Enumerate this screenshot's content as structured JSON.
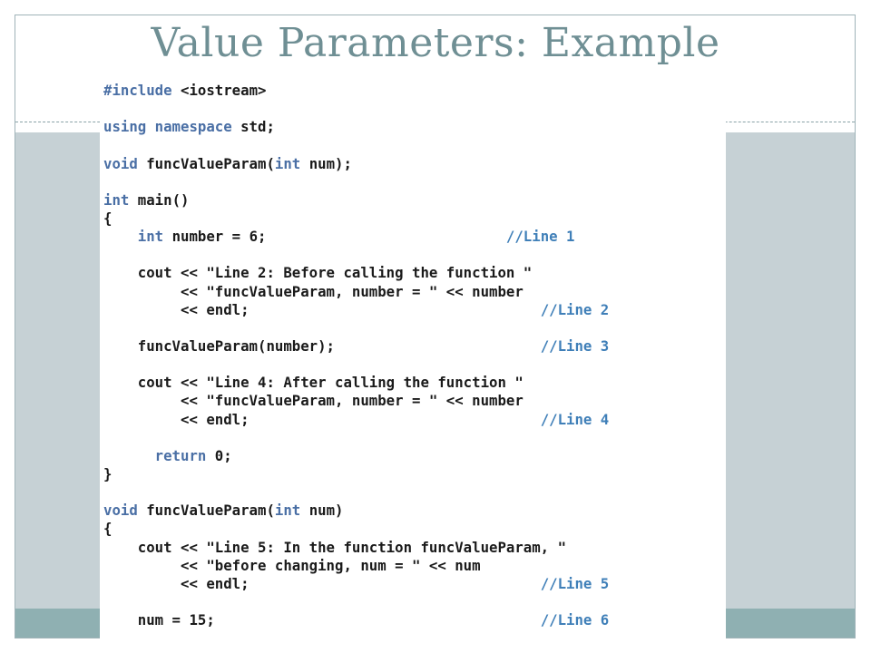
{
  "slide": {
    "title": "Value Parameters:  Example"
  },
  "code": {
    "lines": [
      [
        {
          "t": "#include",
          "c": "kw"
        },
        {
          "t": " <iostream>",
          "c": ""
        }
      ],
      [],
      [
        {
          "t": "using namespace",
          "c": "kw"
        },
        {
          "t": " std;",
          "c": ""
        }
      ],
      [],
      [
        {
          "t": "void",
          "c": "kw"
        },
        {
          "t": " funcValueParam(",
          "c": ""
        },
        {
          "t": "int",
          "c": "kw"
        },
        {
          "t": " num);",
          "c": ""
        }
      ],
      [],
      [
        {
          "t": "int",
          "c": "kw"
        },
        {
          "t": " main()",
          "c": ""
        }
      ],
      [
        {
          "t": "{",
          "c": ""
        }
      ],
      [
        {
          "t": "    ",
          "c": ""
        },
        {
          "t": "int",
          "c": "kw"
        },
        {
          "t": " number = 6;                            ",
          "c": ""
        },
        {
          "t": "//Line 1",
          "c": "cmt"
        }
      ],
      [],
      [
        {
          "t": "    cout << \"Line 2: Before calling the function \"",
          "c": ""
        }
      ],
      [
        {
          "t": "         << \"funcValueParam, number = \" << number",
          "c": ""
        }
      ],
      [
        {
          "t": "         << endl;                                  ",
          "c": ""
        },
        {
          "t": "//Line 2",
          "c": "cmt"
        }
      ],
      [],
      [
        {
          "t": "    funcValueParam(number);                        ",
          "c": ""
        },
        {
          "t": "//Line 3",
          "c": "cmt"
        }
      ],
      [],
      [
        {
          "t": "    cout << \"Line 4: After calling the function \"",
          "c": ""
        }
      ],
      [
        {
          "t": "         << \"funcValueParam, number = \" << number",
          "c": ""
        }
      ],
      [
        {
          "t": "         << endl;                                  ",
          "c": ""
        },
        {
          "t": "//Line 4",
          "c": "cmt"
        }
      ],
      [],
      [
        {
          "t": "      ",
          "c": ""
        },
        {
          "t": "return",
          "c": "kw"
        },
        {
          "t": " 0;",
          "c": ""
        }
      ],
      [
        {
          "t": "}",
          "c": ""
        }
      ],
      [],
      [
        {
          "t": "void",
          "c": "kw"
        },
        {
          "t": " funcValueParam(",
          "c": ""
        },
        {
          "t": "int",
          "c": "kw"
        },
        {
          "t": " num)",
          "c": ""
        }
      ],
      [
        {
          "t": "{",
          "c": ""
        }
      ],
      [
        {
          "t": "    cout << \"Line 5: In the function funcValueParam, \"",
          "c": ""
        }
      ],
      [
        {
          "t": "         << \"before changing, num = \" << num",
          "c": ""
        }
      ],
      [
        {
          "t": "         << endl;                                  ",
          "c": ""
        },
        {
          "t": "//Line 5",
          "c": "cmt"
        }
      ],
      [],
      [
        {
          "t": "    num = 15;                                      ",
          "c": ""
        },
        {
          "t": "//Line 6",
          "c": "cmt"
        }
      ]
    ]
  }
}
